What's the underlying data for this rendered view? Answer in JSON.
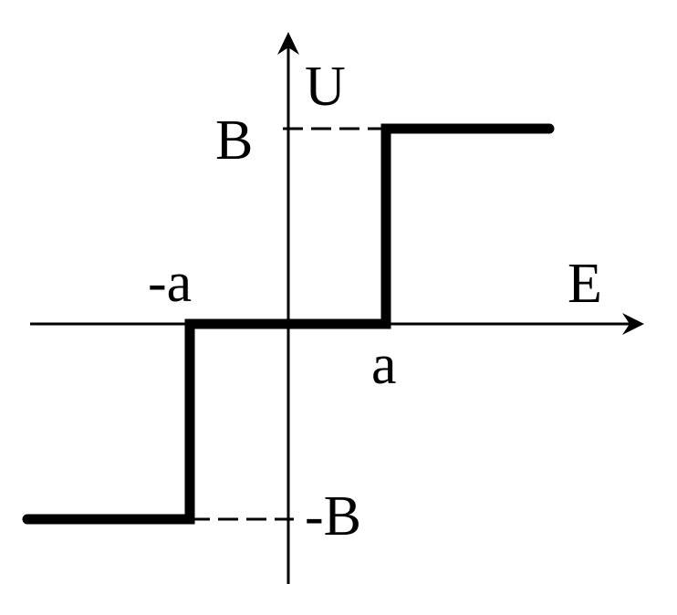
{
  "diagram": {
    "axes": {
      "vertical_label": "U",
      "horizontal_label": "E"
    },
    "ticks": {
      "positive_level": "B",
      "negative_level": "-B",
      "positive_threshold": "a",
      "negative_threshold": "-a"
    },
    "colors": {
      "stroke": "#000000",
      "background": "#ffffff"
    }
  }
}
